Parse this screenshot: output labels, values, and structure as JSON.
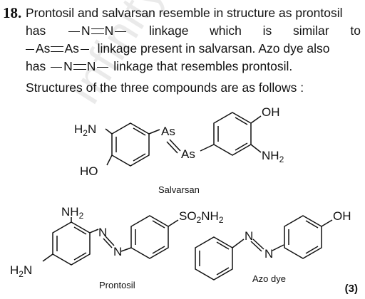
{
  "question": {
    "number": "18.",
    "line1": "Prontosil and salvarsan resemble in structure as prontosil",
    "line2_words": [
      "has",
      "linkage",
      "which",
      "is",
      "similar",
      "to"
    ],
    "azo_link_atoms": [
      "N",
      "N"
    ],
    "arseno_link_atoms": [
      "As",
      "As"
    ],
    "line3_tail": "linkage present in salvarsan. Azo dye also",
    "line4_prefix": "has",
    "line4_tail": "linkage that resembles prontosil.",
    "line5": "Structures of the three compounds are as follows :"
  },
  "structures": {
    "salvarsan": {
      "name": "Salvarsan",
      "labels": [
        "H2N",
        "As",
        "As",
        "HO",
        "OH",
        "NH2"
      ]
    },
    "prontosil": {
      "name": "Prontosil",
      "labels": [
        "NH2",
        "N",
        "N",
        "SO2NH2",
        "H2N"
      ]
    },
    "azo_dye": {
      "name": "Azo dye",
      "labels": [
        "N",
        "N",
        "OH"
      ]
    }
  },
  "marks": "(3)",
  "watermark": "InfinityLearn.com"
}
